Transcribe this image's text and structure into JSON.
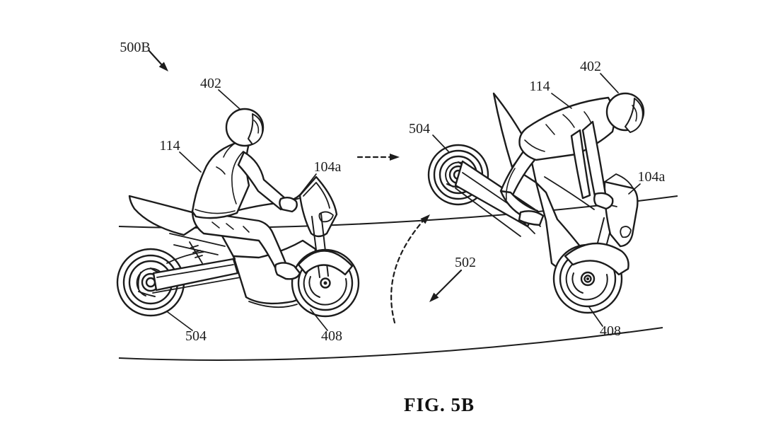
{
  "figure": {
    "caption": "FIG. 5B",
    "overview_label": "500B",
    "pitch_label": "502",
    "left_motorcycle": {
      "helmet": "402",
      "vest": "114",
      "front_fairing": "104a",
      "rear_wheel": "504",
      "front_wheel": "408"
    },
    "right_motorcycle": {
      "helmet": "402",
      "vest": "114",
      "front_fairing": "104a",
      "rear_wheel": "504",
      "front_wheel": "408"
    },
    "colors": {
      "line": "#1c1c1c",
      "background": "#ffffff"
    }
  }
}
